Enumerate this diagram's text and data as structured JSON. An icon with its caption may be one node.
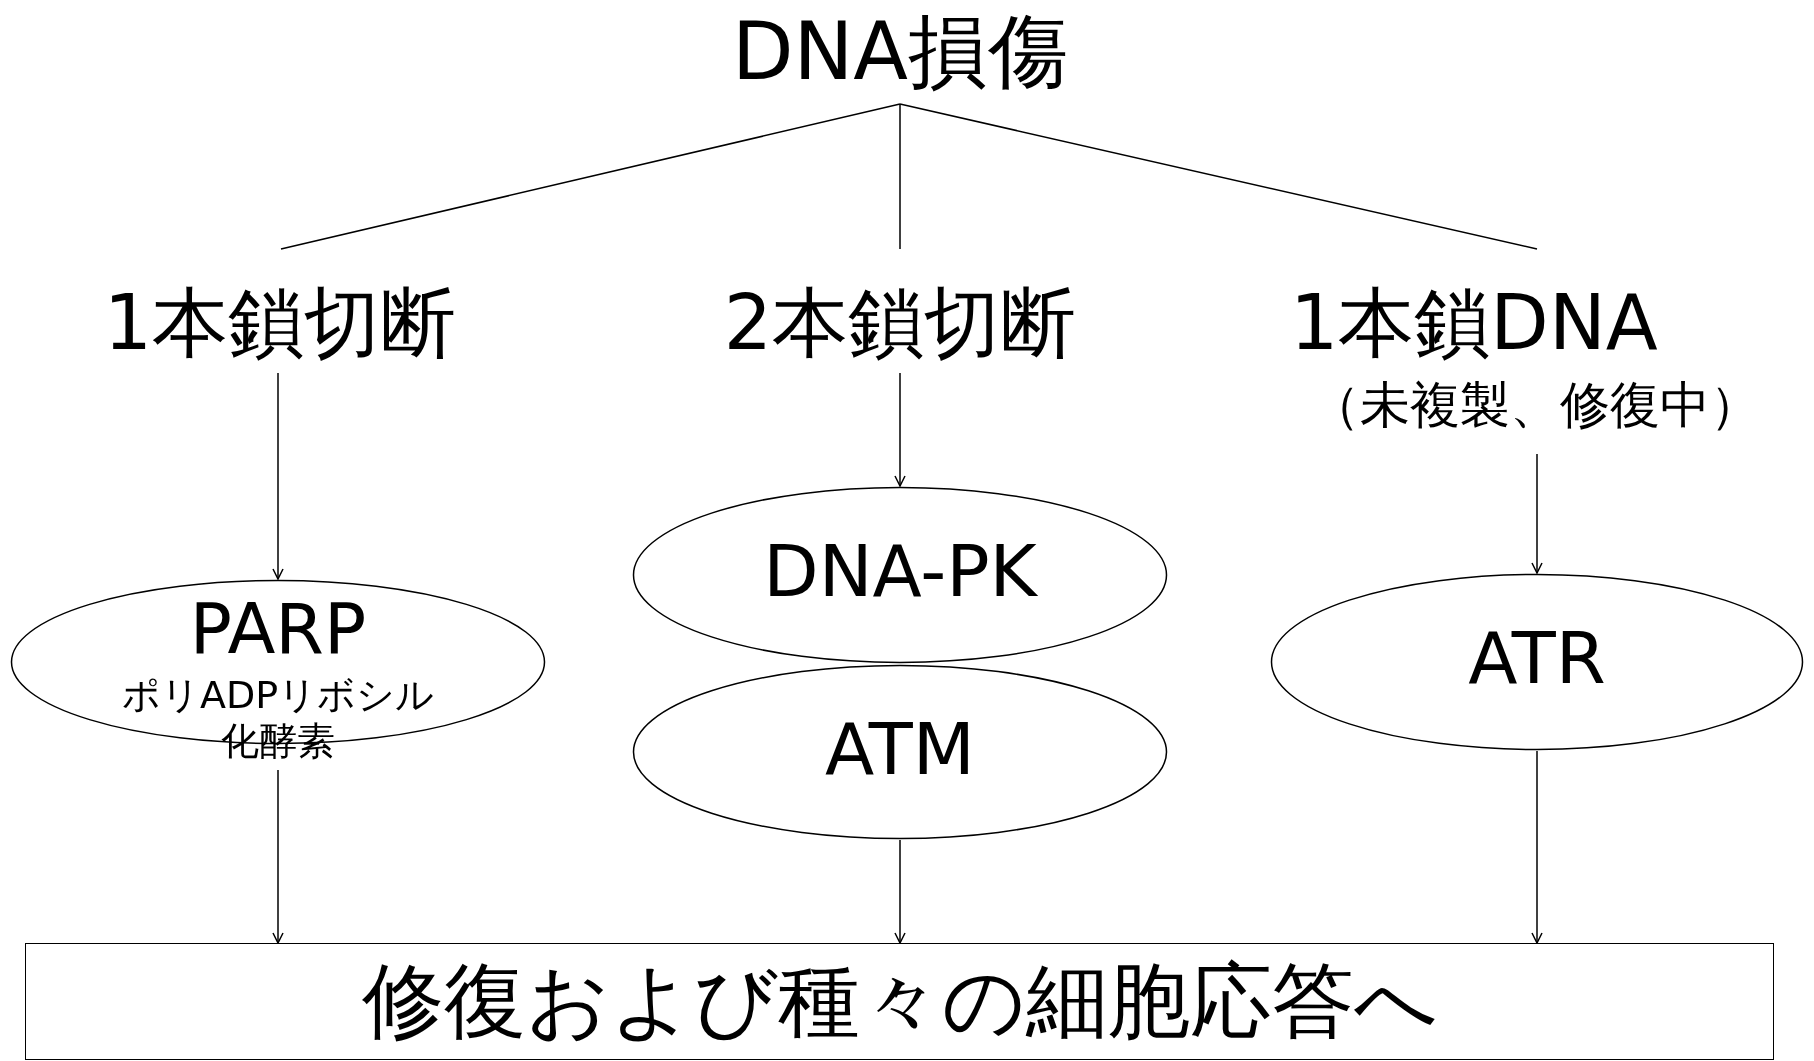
{
  "diagram": {
    "nodes": [
      {
        "text": [
          "DNA損傷"
        ]
      },
      {
        "text": [
          "1本鎖切断"
        ]
      },
      {
        "text": [
          "2本鎖切断"
        ]
      },
      {
        "text": [
          "1本鎖DNA",
          "（未複製、修復中）"
        ]
      },
      {
        "text": [
          "PARP",
          "ポリADPリボシル化酵素"
        ]
      },
      {
        "text": [
          "DNA-PK"
        ]
      },
      {
        "text": [
          "ATM"
        ]
      },
      {
        "text": [
          "ATR"
        ]
      },
      {
        "text": [
          "修復および種々の細胞応答へ"
        ]
      }
    ],
    "edges": [
      {
        "from": 0,
        "to": 1,
        "arrow": "none"
      },
      {
        "from": 0,
        "to": 2,
        "arrow": "none"
      },
      {
        "from": 0,
        "to": 3,
        "arrow": "none"
      },
      {
        "from": 1,
        "to": 4,
        "arrow": "to"
      },
      {
        "from": 2,
        "to": 5,
        "arrow": "to"
      },
      {
        "from": 3,
        "to": 7,
        "arrow": "to"
      },
      {
        "from": 4,
        "to": 8,
        "arrow": "to"
      },
      {
        "from": 6,
        "to": 8,
        "arrow": "to"
      },
      {
        "from": 7,
        "to": 8,
        "arrow": "to"
      }
    ]
  }
}
